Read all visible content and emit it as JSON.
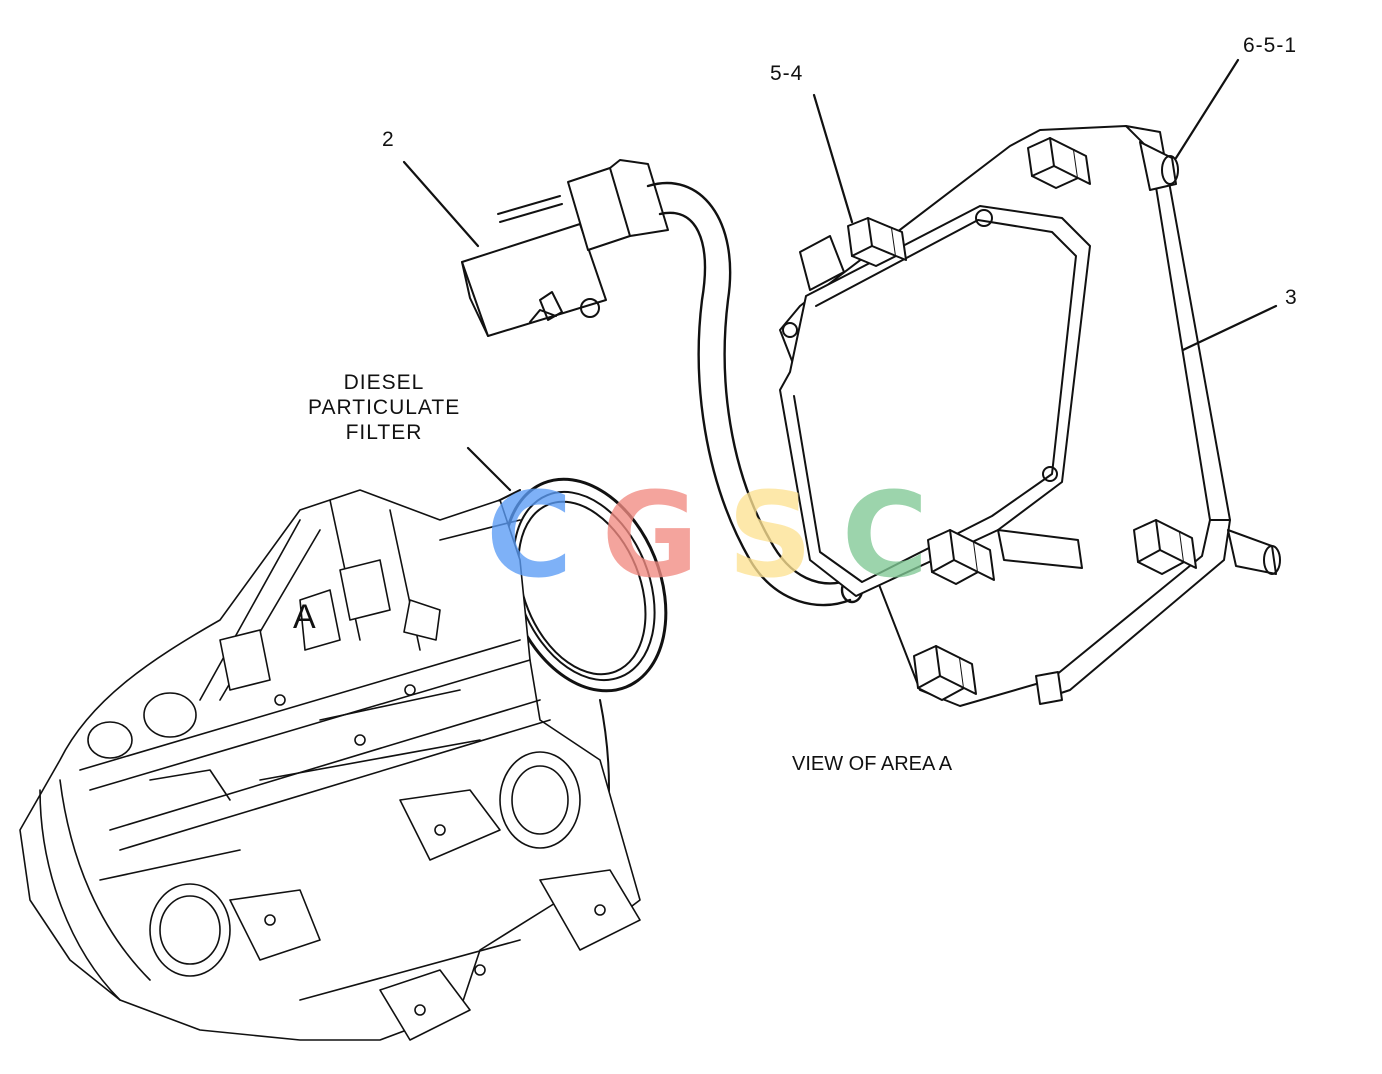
{
  "callouts": {
    "part_2": "2",
    "part_3": "3",
    "part_5_4": "5-4",
    "part_6_5_1": "6-5-1",
    "area_letter": "A"
  },
  "dpf_label": [
    "DIESEL",
    "PARTICULATE",
    "FILTER"
  ],
  "view_label": "VIEW OF AREA  A",
  "watermark": {
    "letters": [
      "C",
      "G",
      "S",
      "C"
    ],
    "colors": [
      "#5b9cf6",
      "#f28b82",
      "#fde293",
      "#81c995"
    ]
  }
}
